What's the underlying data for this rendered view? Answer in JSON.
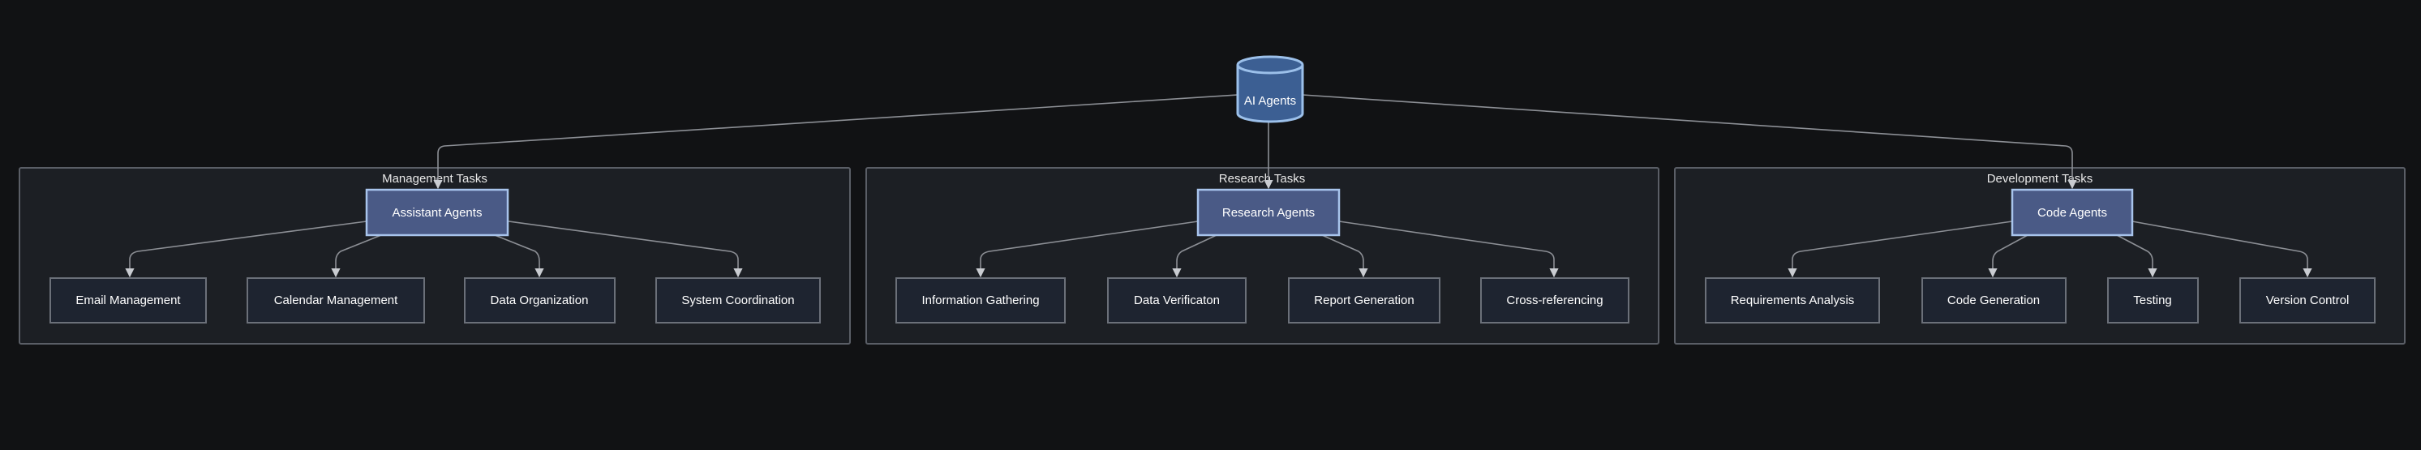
{
  "root": {
    "label": "AI Agents"
  },
  "groups": [
    {
      "title": "Management Tasks",
      "agent": "Assistant Agents",
      "tasks": [
        "Email Management",
        "Calendar Management",
        "Data Organization",
        "System Coordination"
      ]
    },
    {
      "title": "Research Tasks",
      "agent": "Research Agents",
      "tasks": [
        "Information Gathering",
        "Data Verificaton",
        "Report Generation",
        "Cross-referencing"
      ]
    },
    {
      "title": "Development Tasks",
      "agent": "Code Agents",
      "tasks": [
        "Requirements Analysis",
        "Code Generation",
        "Testing",
        "Version Control"
      ]
    }
  ],
  "colors": {
    "background": "#111214",
    "group_fill": "#1c1f24",
    "agent_fill": "#4a5a86",
    "agent_stroke": "#a8c4ec",
    "leaf_fill": "#1e2430",
    "root_fill": "#3c5f93",
    "edge": "#8c8f95"
  }
}
